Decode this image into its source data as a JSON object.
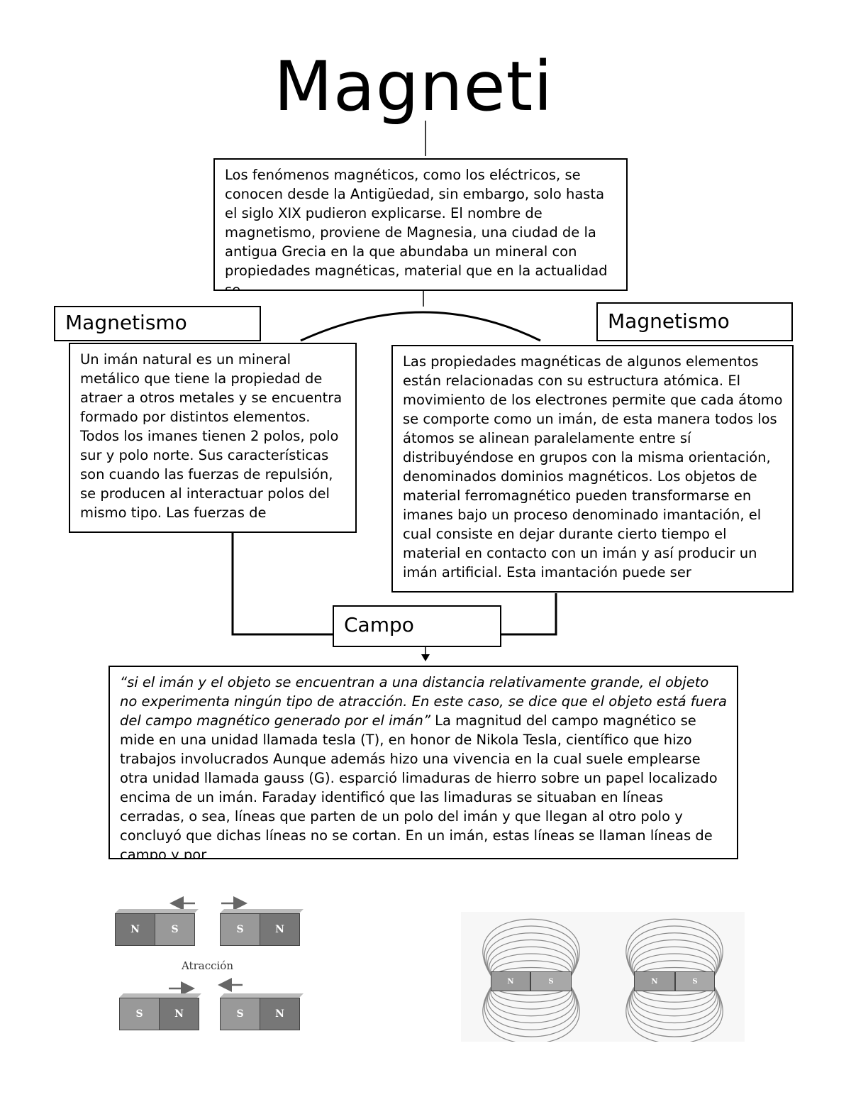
{
  "title": "Magneti",
  "intro": {
    "text": "Los fenómenos magnéticos, como los eléctricos, se conocen desde la Antigüedad, sin embargo, solo hasta el siglo XIX pudieron explicarse. El nombre de magnetismo, proviene de Magnesia, una ciudad de la antigua Grecia en la que abundaba un mineral con propiedades magnéticas, material que en la actualidad se"
  },
  "left": {
    "heading": "Magnetismo",
    "text": "Un imán natural es un mineral metálico que tiene la propiedad de atraer a otros metales y se encuentra formado por distintos elementos. Todos los imanes tienen 2 polos, polo sur y polo norte. Sus características son cuando las fuerzas de repulsión, se producen al interactuar polos del mismo tipo. Las fuerzas de"
  },
  "right": {
    "heading": "Magnetismo",
    "text": "Las propiedades magnéticas de algunos elementos están relacionadas con su estructura atómica. El movimiento de los electrones permite que cada átomo se comporte como un imán, de esta manera todos los átomos se alinean paralelamente entre sí distribuyéndose en grupos con la misma orientación, denominados dominios magnéticos. Los objetos de material ferromagnético pueden transformarse en imanes bajo un proceso denominado imantación, el cual consiste en dejar durante cierto tiempo el material en contacto con un imán y así producir un imán artificial. Esta imantación puede ser"
  },
  "campo": {
    "heading": "Campo",
    "quote": "“si el imán y el objeto se encuentran a una distancia relativamente grande, el objeto no experimenta ningún tipo de atracción. En este caso, se dice que el objeto está fuera del campo magnético generado por el imán”",
    "text": " La magnitud del campo magnético se mide en una unidad llamada tesla (T), en honor de Nikola Tesla, científico que hizo trabajos involucrados Aunque además hizo una vivencia en la cual suele emplearse otra unidad llamada gauss (G).  esparció limaduras de hierro sobre un papel localizado encima de un imán.  Faraday identificó que las limaduras se situaban en líneas cerradas, o sea, líneas que parten de un polo del imán y que llegan al otro polo y concluyó que dichas líneas no se cortan. En un imán, estas líneas se llaman líneas de campo y por"
  },
  "figure_attraction": {
    "caption": "Atracción",
    "pole_n": "N",
    "pole_s": "S"
  },
  "figure_field": {
    "pole_n": "N",
    "pole_s": "S"
  }
}
